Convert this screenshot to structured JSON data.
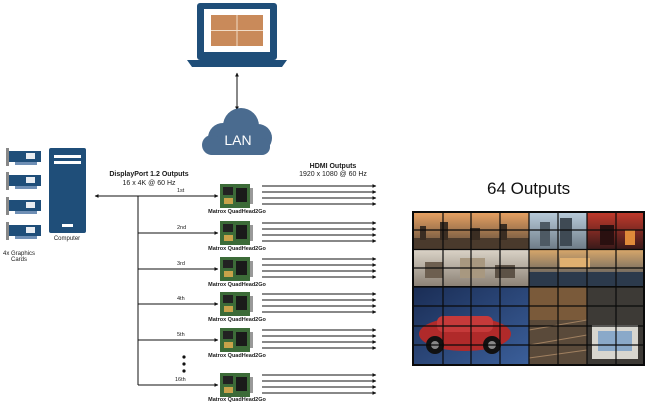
{
  "labels": {
    "lan": "LAN",
    "computer": "Computer",
    "graphics_cards": "4x Graphics\nCards",
    "dp_title": "DisplayPort 1.2 Outputs",
    "dp_sub": "16 x 4K @ 60 Hz",
    "hdmi_title": "HDMI Outputs",
    "hdmi_sub": "1920 x 1080 @ 60 Hz",
    "outputs_title": "64 Outputs"
  },
  "units": [
    {
      "ordinal": "1st",
      "name": "Matrox QuadHead2Go"
    },
    {
      "ordinal": "2nd",
      "name": "Matrox QuadHead2Go"
    },
    {
      "ordinal": "3rd",
      "name": "Matrox QuadHead2Go"
    },
    {
      "ordinal": "4th",
      "name": "Matrox QuadHead2Go"
    },
    {
      "ordinal": "5th",
      "name": "Matrox QuadHead2Go"
    },
    {
      "ordinal": "16th",
      "name": "Matrox QuadHead2Go"
    }
  ],
  "colors": {
    "screen_bezel": "#1f4e79",
    "screen_display": "#c98a5a",
    "cloud": "#4a6b8f",
    "board_green": "#3c6b38",
    "card_blue": "#1f4e79",
    "tower": "#1f4e79",
    "wall_bezel": "#0a0a0a"
  }
}
